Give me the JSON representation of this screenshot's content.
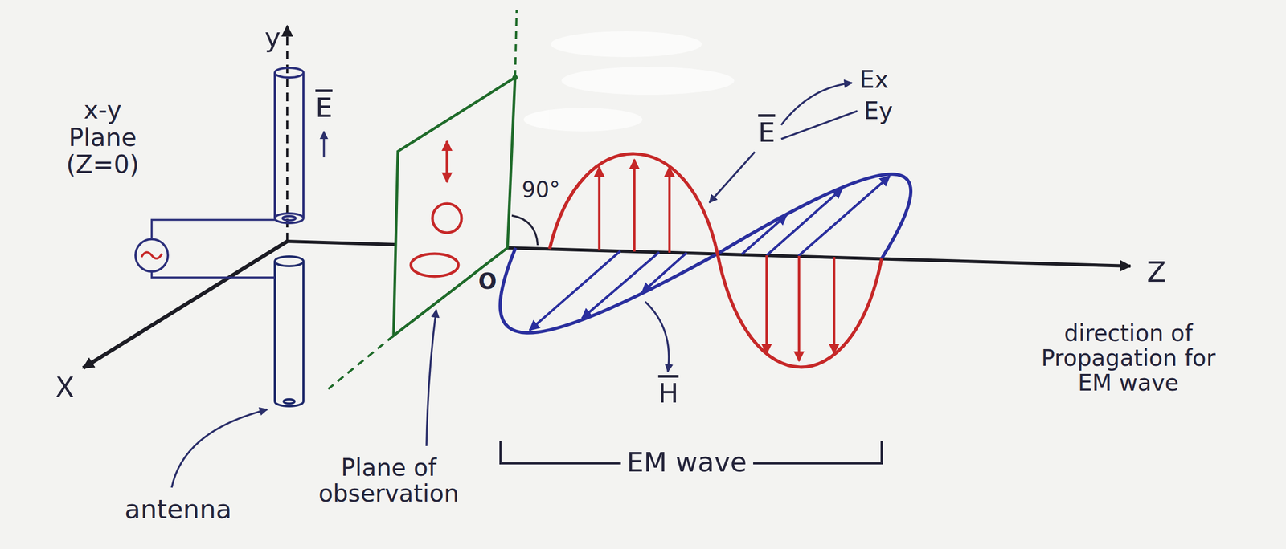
{
  "diagram": {
    "labels": [
      "y",
      "x-y Plane (Z=0)",
      "E",
      "Ex",
      "Ey",
      "E",
      "90°",
      "O",
      "Z",
      "X",
      "H",
      "EM wave",
      "direction of Propagation for EM wave",
      "antenna",
      "Plane of observation"
    ]
  }
}
